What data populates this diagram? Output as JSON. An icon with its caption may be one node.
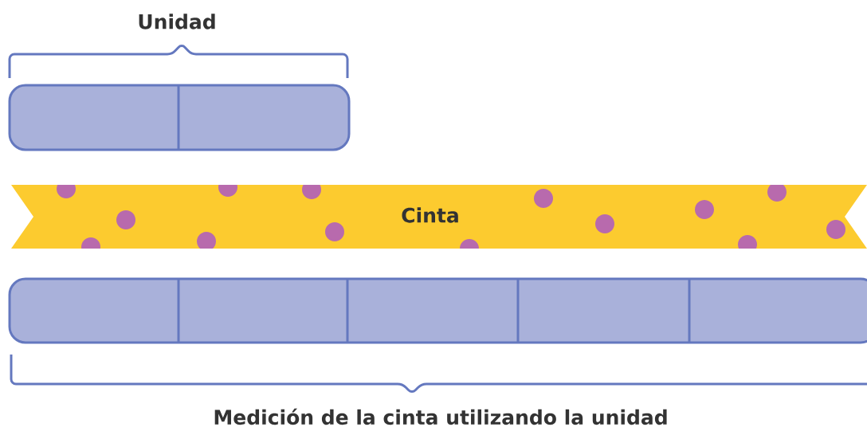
{
  "diagram": {
    "nodes": [
      {
        "text": [
          "Unidad"
        ]
      },
      {
        "text": [
          "Cinta"
        ]
      },
      {
        "text": [
          "Medición de la cinta utilizando la unidad"
        ]
      }
    ]
  }
}
